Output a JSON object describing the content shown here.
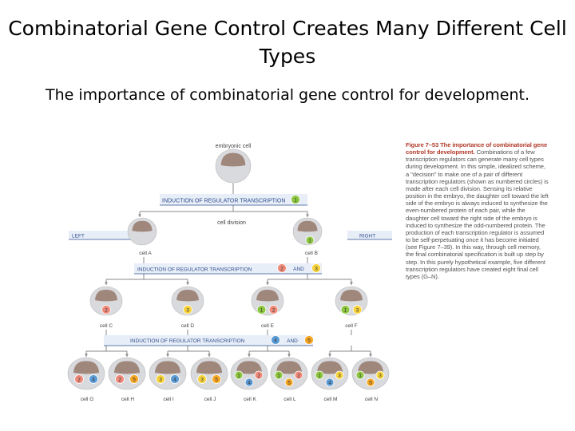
{
  "title": "Combinatorial Gene Control Creates Many Different Cell Types",
  "subtitle": "The importance of combinatorial gene control for development.",
  "figure": {
    "top_label": "embryonic cell",
    "band1": {
      "text": "INDUCTION OF REGULATOR TRANSCRIPTION",
      "badge": "1"
    },
    "division": "cell division",
    "left": "LEFT",
    "right": "RIGHT",
    "cellA": "cell A",
    "cellB": "cell B",
    "band2": {
      "text": "INDUCTION OF REGULATOR TRANSCRIPTION",
      "badge1": "2",
      "and": "AND",
      "badge2": "3"
    },
    "band3": {
      "text": "INDUCTION OF REGULATOR TRANSCRIPTION",
      "badge1": "4",
      "and": "AND",
      "badge2": "5"
    },
    "mid_cells": [
      {
        "label": "cell C",
        "badges": [
          "2"
        ]
      },
      {
        "label": "cell D",
        "badges": [
          "3"
        ]
      },
      {
        "label": "cell E",
        "badges": [
          "1",
          "2"
        ]
      },
      {
        "label": "cell F",
        "badges": [
          "1",
          "3"
        ]
      }
    ],
    "bottom_cells": [
      {
        "label": "cell G",
        "badges": [
          "2",
          "4"
        ]
      },
      {
        "label": "cell H",
        "badges": [
          "2",
          "5"
        ]
      },
      {
        "label": "cell I",
        "badges": [
          "3",
          "4"
        ]
      },
      {
        "label": "cell J",
        "badges": [
          "3",
          "5"
        ]
      },
      {
        "label": "cell K",
        "badges": [
          "1",
          "2",
          "4"
        ]
      },
      {
        "label": "cell L",
        "badges": [
          "1",
          "2",
          "5"
        ]
      },
      {
        "label": "cell M",
        "badges": [
          "1",
          "3",
          "4"
        ]
      },
      {
        "label": "cell N",
        "badges": [
          "1",
          "3",
          "5"
        ]
      }
    ],
    "cellB_badge": "1",
    "caption_lead": "Figure 7–53 The importance of combinatorial gene control for development.",
    "caption_body": "Combinations of a few transcription regulators can generate many cell types during development. In this simple, idealized scheme, a \"decision\" to make one of a pair of different transcription regulators (shown as numbered circles) is made after each cell division. Sensing its relative position in the embryo, the daughter cell toward the left side of the embryo is always induced to synthesize the even-numbered protein of each pair, while the daughter cell toward the right side of the embryo is induced to synthesize the odd-numbered protein. The production of each transcription regulator is assumed to be self-perpetuating once it has become initiated (see Figure 7–39). In this way, through cell memory, the final combinatorial specification is built up step by step. In this purely hypothetical example, five different transcription regulators have created eight final cell types (G–N).",
    "colors": {
      "1": "#8cc63f",
      "2": "#f08a7a",
      "3": "#f6d23c",
      "4": "#5b9bd5",
      "5": "#f5a623",
      "band": "#e8eef7",
      "band_line": "#2e4e8f",
      "cell_body": "#d8dadd",
      "nucleus": "#a0877c"
    }
  }
}
